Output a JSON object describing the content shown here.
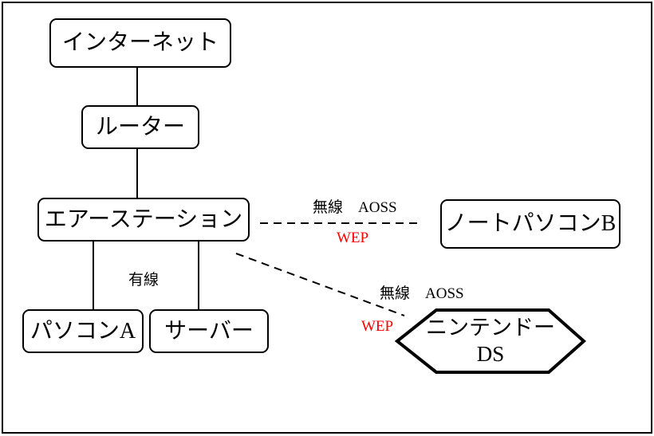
{
  "diagram_type": "network-topology",
  "colors": {
    "line": "#000000",
    "background": "#FFFFFF",
    "wep_label": "#FF0000"
  },
  "nodes": [
    {
      "id": "internet",
      "label": "インターネット",
      "shape": "rounded-rect"
    },
    {
      "id": "router",
      "label": "ルーター",
      "shape": "rounded-rect"
    },
    {
      "id": "airstation",
      "label": "エアーステーション",
      "shape": "rounded-rect"
    },
    {
      "id": "pc-a",
      "label": "パソコンA",
      "shape": "rounded-rect"
    },
    {
      "id": "server",
      "label": "サーバー",
      "shape": "rounded-rect"
    },
    {
      "id": "laptop-b",
      "label": "ノートパソコンB",
      "shape": "rounded-rect"
    },
    {
      "id": "nintendo-ds",
      "label_line1": "ニンテンドー",
      "label_line2": "DS",
      "shape": "hexagon"
    }
  ],
  "edges": [
    {
      "from": "internet",
      "to": "router",
      "style": "solid"
    },
    {
      "from": "router",
      "to": "airstation",
      "style": "solid"
    },
    {
      "from": "airstation",
      "to": "pc-a",
      "style": "solid"
    },
    {
      "from": "airstation",
      "to": "server",
      "style": "solid",
      "label": "有線"
    },
    {
      "from": "airstation",
      "to": "laptop-b",
      "style": "dashed",
      "label_top": "無線　AOSS",
      "label_bottom": "WEP"
    },
    {
      "from": "airstation",
      "to": "nintendo-ds",
      "style": "dashed",
      "label_top": "無線　AOSS",
      "label_bottom": "WEP"
    }
  ]
}
